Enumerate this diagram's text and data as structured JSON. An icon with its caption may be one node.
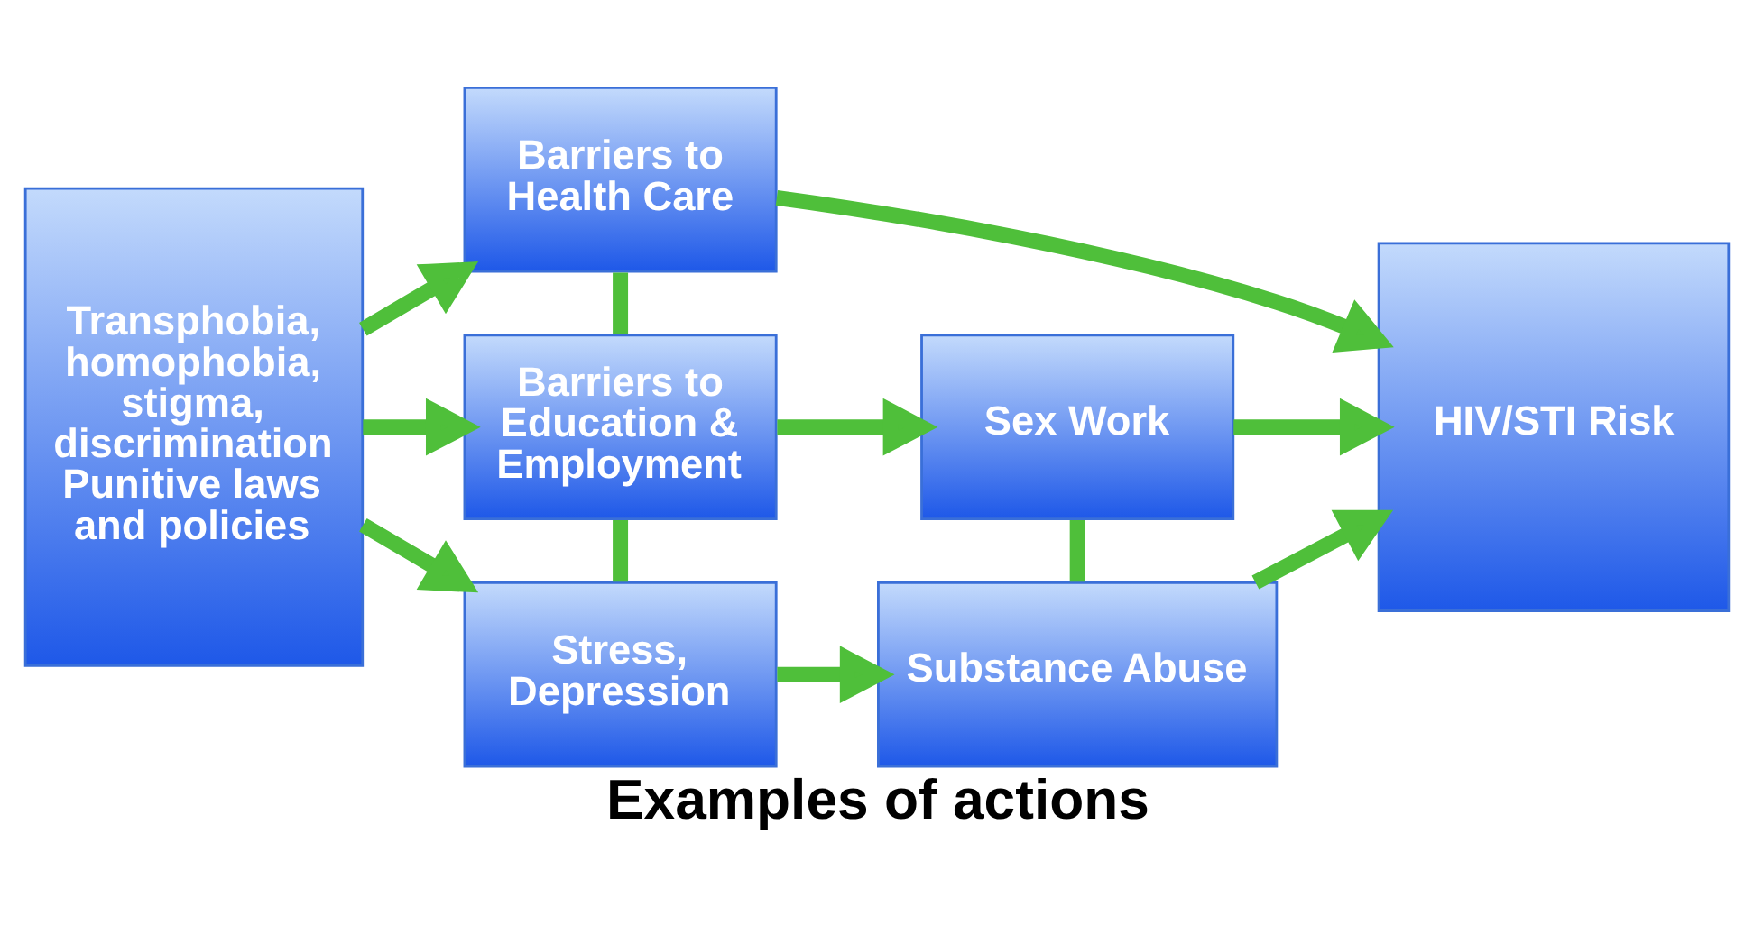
{
  "diagram": {
    "caption": "Examples of actions",
    "nodes": [
      {
        "text": [
          "Transphobia, homophobia, stigma, discrimination",
          "Punitive laws and policies"
        ]
      },
      {
        "text": [
          "Barriers to Health Care"
        ]
      },
      {
        "text": [
          "Barriers to Education & Employment"
        ]
      },
      {
        "text": [
          "Stress, Depression"
        ]
      },
      {
        "text": [
          "Sex Work"
        ]
      },
      {
        "text": [
          "Substance Abuse"
        ]
      },
      {
        "text": [
          "HIV/STI Risk"
        ]
      }
    ],
    "edges": [
      {
        "from": 0,
        "to": 1,
        "arrow": "to"
      },
      {
        "from": 0,
        "to": 2,
        "arrow": "to"
      },
      {
        "from": 0,
        "to": 3,
        "arrow": "to"
      },
      {
        "from": 1,
        "to": 2,
        "arrow": "none"
      },
      {
        "from": 2,
        "to": 3,
        "arrow": "none"
      },
      {
        "from": 2,
        "to": 4,
        "arrow": "to"
      },
      {
        "from": 3,
        "to": 5,
        "arrow": "to"
      },
      {
        "from": 4,
        "to": 5,
        "arrow": "none"
      },
      {
        "from": 1,
        "to": 6,
        "arrow": "to"
      },
      {
        "from": 4,
        "to": 6,
        "arrow": "to"
      },
      {
        "from": 5,
        "to": 6,
        "arrow": "to"
      }
    ]
  }
}
